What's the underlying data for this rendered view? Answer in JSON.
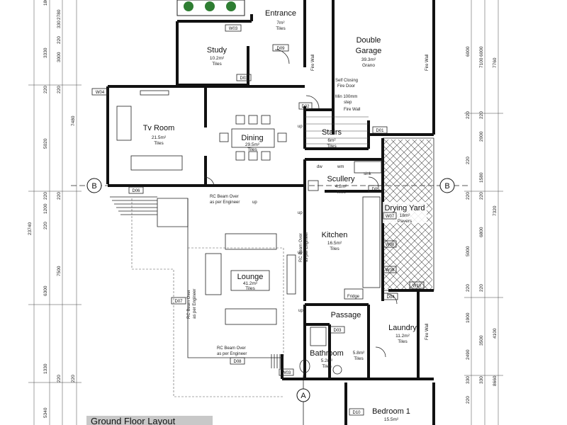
{
  "title": "Ground Floor Layout",
  "section_marker": "B",
  "elevation_marker": "A",
  "rooms": {
    "entrance": {
      "name": "Entrance",
      "area": "7m²",
      "finish": "Tiles"
    },
    "garage_line1": "Double",
    "garage_line2": "Garage",
    "garage": {
      "area": "39.3m²",
      "finish": "Grano"
    },
    "study": {
      "name": "Study",
      "area": "10.2m²",
      "finish": "Tiles"
    },
    "tv_room": {
      "name": "Tv Room",
      "area": "21.5m²",
      "finish": "Tiles"
    },
    "dining": {
      "name": "Dining",
      "area": "29.5m²",
      "finish": "Tiles"
    },
    "stairs": {
      "name": "Stairs",
      "area": "6m²",
      "finish": "Tiles"
    },
    "scullery": {
      "name": "Scullery",
      "area": "4.2m²",
      "finish": "Tiles"
    },
    "drying_yard": {
      "name": "Drying Yard",
      "area": "18m²",
      "finish": "Pavers"
    },
    "kitchen": {
      "name": "Kitchen",
      "area": "16.5m²",
      "finish": "Tiles"
    },
    "lounge": {
      "name": "Lounge",
      "area": "41.2m²",
      "finish": "Tiles"
    },
    "passage": {
      "name": "Passage"
    },
    "laundry": {
      "name": "Laundry",
      "area": "11.2m²",
      "finish": "Tiles"
    },
    "bathroom": {
      "name": "Bathroom",
      "area": "5.2m²",
      "finish": "Tiles"
    },
    "wc": {
      "area": "5.8m²",
      "finish": "Tiles"
    },
    "bedroom1": {
      "name": "Bedroom 1",
      "area": "15.5m²"
    }
  },
  "notes": {
    "fire_door1": "Self Closing",
    "fire_door2": "Fire Door",
    "step1": "Min 100mm",
    "step2": "step",
    "fire_wall": "Fire Wall",
    "rc_beam1": "RC Beam Over",
    "rc_beam2": "as per Engineer",
    "up": "up",
    "fridge": "Fridge",
    "dw": "dw",
    "wm": "wm",
    "sink": "sink"
  },
  "tags": [
    "W03",
    "D09",
    "D03",
    "W04",
    "D02",
    "D01",
    "D06",
    "D05",
    "W07",
    "D07",
    "D08",
    "D04",
    "D03",
    "W03",
    "D10",
    "W10",
    "W09",
    "W08"
  ],
  "dims_left_a": [
    "180",
    "2780",
    "3330",
    "3000",
    "7480",
    "5020",
    "1200",
    "23740",
    "7500",
    "6300",
    "1330",
    "5340"
  ],
  "dims_left_b": [
    "220",
    "330",
    "220",
    "220",
    "220",
    "220",
    "220",
    "220",
    "220"
  ],
  "dims_right_a": [
    "6000",
    "7100",
    "7760",
    "2000",
    "1580",
    "7320",
    "6800",
    "5000",
    "1900",
    "4100",
    "3500",
    "2490",
    "8660"
  ],
  "dims_right_b": [
    "6000",
    "220",
    "220",
    "220",
    "220",
    "220",
    "220",
    "220",
    "330",
    "330",
    "220"
  ],
  "colors": {
    "hatch": "#333333",
    "planter": "#2e7d32",
    "band": "#c8c8c8"
  }
}
